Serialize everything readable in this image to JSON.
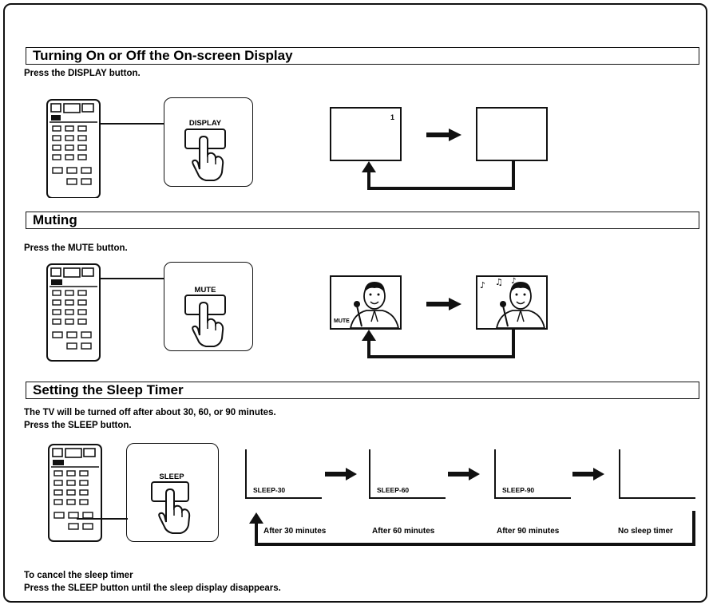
{
  "display_section": {
    "title": "Turning On or Off the On-screen Display",
    "instruction": "Press the DISPLAY button.",
    "button_label": "DISPLAY",
    "channel_indicator": "1"
  },
  "mute_section": {
    "title": "Muting",
    "instruction": "Press the MUTE button.",
    "button_label": "MUTE",
    "screen_label": "MUTE"
  },
  "sleep_section": {
    "title": "Setting the Sleep Timer",
    "description": "The TV will be turned off after about 30, 60, or 90 minutes.",
    "instruction": "Press the SLEEP button.",
    "button_label": "SLEEP",
    "steps": [
      {
        "display": "SLEEP-30",
        "caption": "After 30 minutes"
      },
      {
        "display": "SLEEP-60",
        "caption": "After 60 minutes"
      },
      {
        "display": "SLEEP-90",
        "caption": "After 90 minutes"
      },
      {
        "display": "",
        "caption": "No sleep timer"
      }
    ]
  },
  "cancel_note": {
    "heading": "To cancel the sleep timer",
    "text": "Press the SLEEP button until the sleep display disappears."
  },
  "colors": {
    "ink": "#111111",
    "paper": "#ffffff"
  }
}
